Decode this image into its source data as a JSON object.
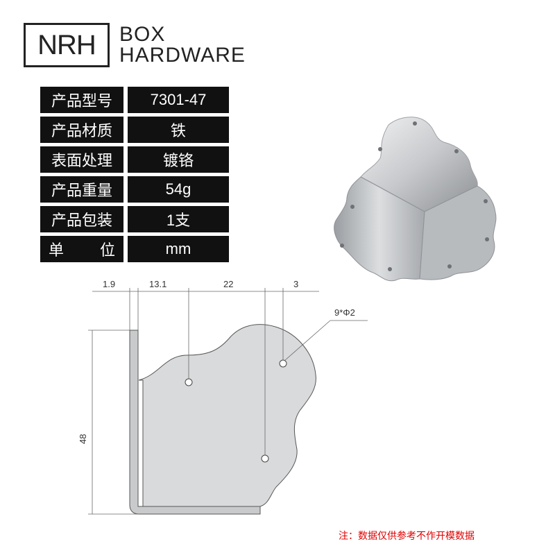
{
  "logo": {
    "mark": "NRH",
    "brand_line1": "BOX",
    "brand_line2": "HARDWARE"
  },
  "specs": [
    {
      "label": "产品型号",
      "value": "7301-47"
    },
    {
      "label": "产品材质",
      "value": "铁"
    },
    {
      "label": "表面处理",
      "value": "镀铬"
    },
    {
      "label": "产品重量",
      "value": "54g"
    },
    {
      "label": "产品包装",
      "value": "1支"
    },
    {
      "label_a": "单",
      "label_b": "位",
      "value": "mm"
    }
  ],
  "dimensions": {
    "d1": "1.9",
    "d2": "13.1",
    "d3": "22",
    "d4": "3",
    "height": "48",
    "holes": "9*Φ2"
  },
  "note": "注：数据仅供参考不作开模数据",
  "colors": {
    "table_bg": "#111111",
    "note": "#e00000",
    "plate": "#d9dadb"
  }
}
